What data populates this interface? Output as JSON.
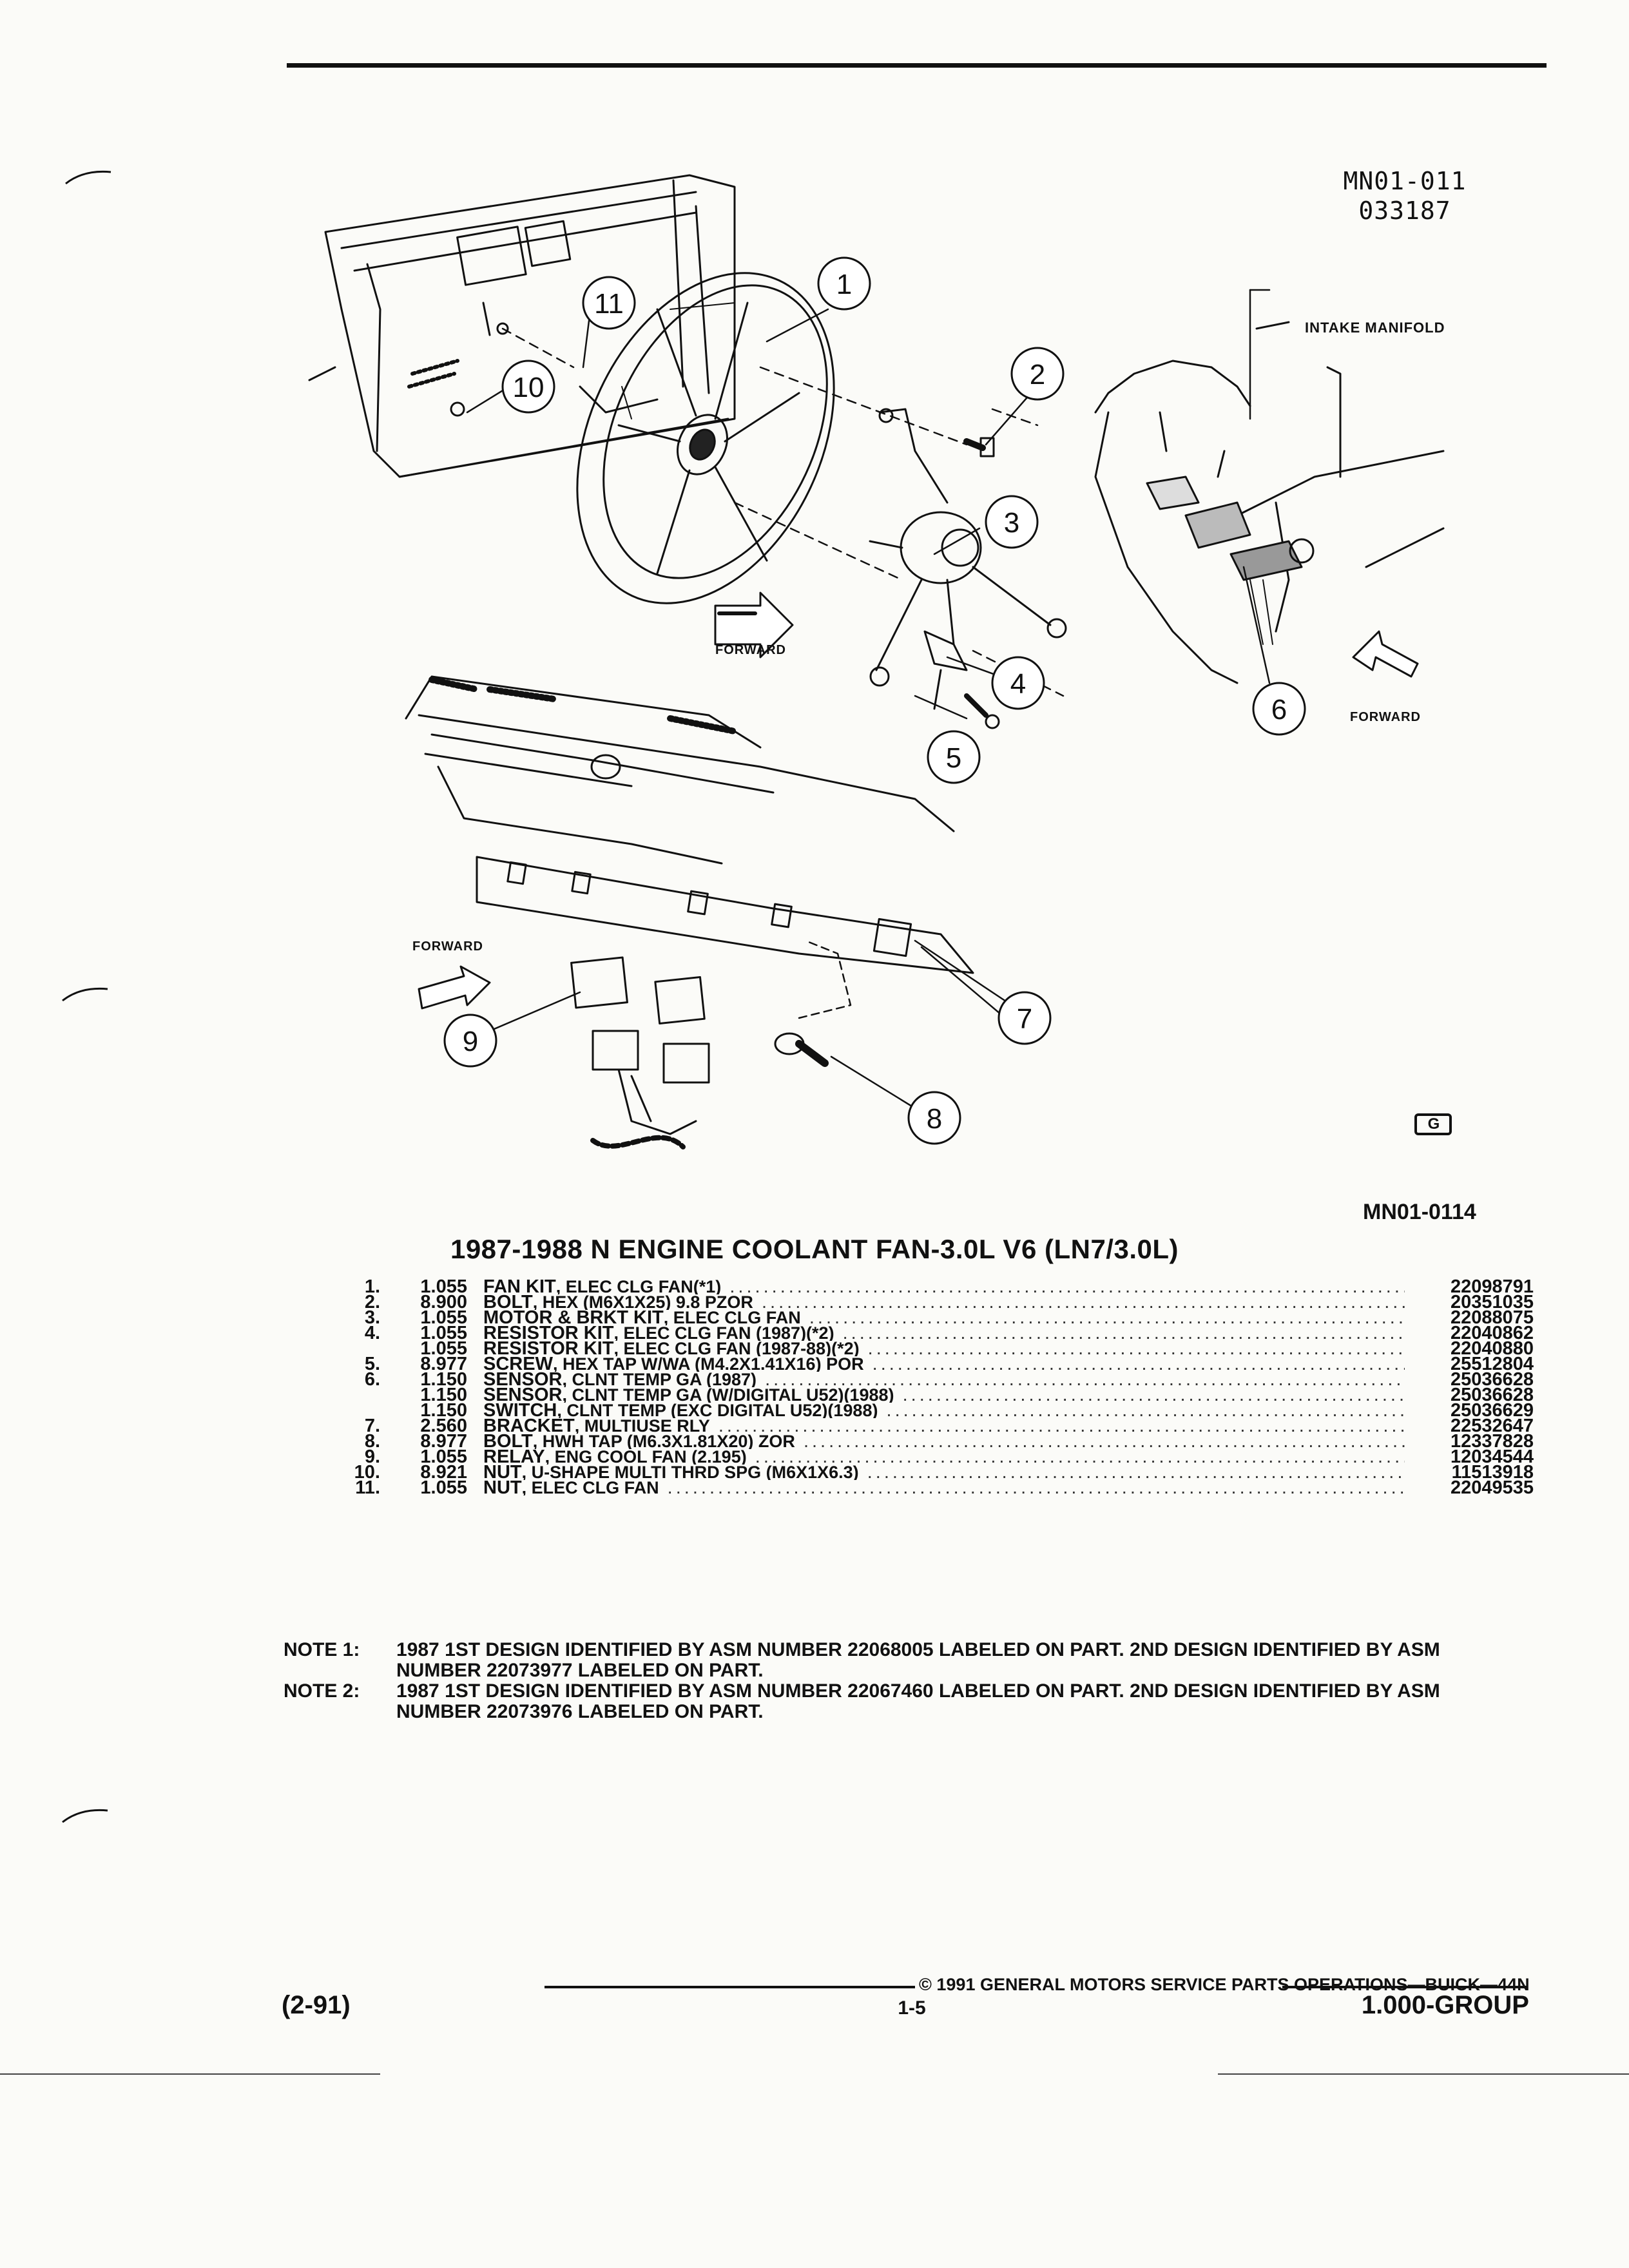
{
  "header": {
    "ref_code": "MN01-011",
    "ref_date": "033187",
    "caption_code": "MN01-0114",
    "logo_glyph": "G"
  },
  "illustration": {
    "labels": {
      "intake_manifold": "INTAKE MANIFOLD",
      "forward": "FORWARD"
    },
    "callouts": [
      "1",
      "2",
      "3",
      "4",
      "5",
      "6",
      "7",
      "8",
      "9",
      "10",
      "11"
    ]
  },
  "section_title": "1987-1988 N ENGINE COOLANT FAN-3.0L V6 (LN7/3.0L)",
  "parts": [
    {
      "ref": "1.",
      "qty": "1.055",
      "name": "FAN KIT",
      "desc": ", ELEC CLG FAN(*1)",
      "pn": "22098791"
    },
    {
      "ref": "2.",
      "qty": "8.900",
      "name": "BOLT",
      "desc": ", HEX (M6X1X25) 9.8 PZOR",
      "pn": "20351035"
    },
    {
      "ref": "3.",
      "qty": "1.055",
      "name": "MOTOR & BRKT KIT",
      "desc": ", ELEC CLG FAN",
      "pn": "22088075"
    },
    {
      "ref": "4.",
      "qty": "1.055",
      "name": "RESISTOR KIT",
      "desc": ", ELEC CLG FAN (1987)(*2)",
      "pn": "22040862"
    },
    {
      "ref": "",
      "qty": "1.055",
      "name": "RESISTOR KIT",
      "desc": ", ELEC CLG FAN (1987-88)(*2)",
      "pn": "22040880"
    },
    {
      "ref": "5.",
      "qty": "8.977",
      "name": "SCREW",
      "desc": ", HEX TAP W/WA (M4.2X1.41X16) POR",
      "pn": "25512804"
    },
    {
      "ref": "6.",
      "qty": "1.150",
      "name": "SENSOR",
      "desc": ", CLNT TEMP GA (1987)",
      "pn": "25036628"
    },
    {
      "ref": "",
      "qty": "1.150",
      "name": "SENSOR",
      "desc": ", CLNT TEMP GA (W/DIGITAL U52)(1988)",
      "pn": "25036628"
    },
    {
      "ref": "",
      "qty": "1.150",
      "name": "SWITCH",
      "desc": ", CLNT TEMP (EXC DIGITAL U52)(1988)",
      "pn": "25036629"
    },
    {
      "ref": "7.",
      "qty": "2.560",
      "name": "BRACKET",
      "desc": ", MULTIUSE RLY",
      "pn": "22532647"
    },
    {
      "ref": "8.",
      "qty": "8.977",
      "name": "BOLT",
      "desc": ", HWH TAP (M6.3X1.81X20) ZOR",
      "pn": "12337828"
    },
    {
      "ref": "9.",
      "qty": "1.055",
      "name": "RELAY",
      "desc": ", ENG COOL FAN (2.195)",
      "pn": "12034544"
    },
    {
      "ref": "10.",
      "qty": "8.921",
      "name": "NUT",
      "desc": ", U-SHAPE MULTI THRD SPG (M6X1X6.3)",
      "pn": "11513918"
    },
    {
      "ref": "11.",
      "qty": "1.055",
      "name": "NUT",
      "desc": ", ELEC CLG FAN",
      "pn": "22049535"
    }
  ],
  "notes": [
    {
      "label": "NOTE  1:",
      "text": "1987 1ST DESIGN IDENTIFIED BY ASM NUMBER 22068005 LABELED ON PART. 2ND DESIGN IDENTIFIED BY ASM NUMBER 22073977 LABELED ON PART."
    },
    {
      "label": "NOTE  2:",
      "text": "1987 1ST DESIGN IDENTIFIED BY ASM NUMBER 22067460 LABELED ON PART. 2ND DESIGN IDENTIFIED BY ASM NUMBER 22073976 LABELED ON PART."
    }
  ],
  "footer": {
    "copyright": "© 1991 GENERAL MOTORS SERVICE PARTS OPERATIONS—BUICK—44N",
    "revision": "(2-91)",
    "page": "1-5",
    "group": "1.000-GROUP"
  }
}
